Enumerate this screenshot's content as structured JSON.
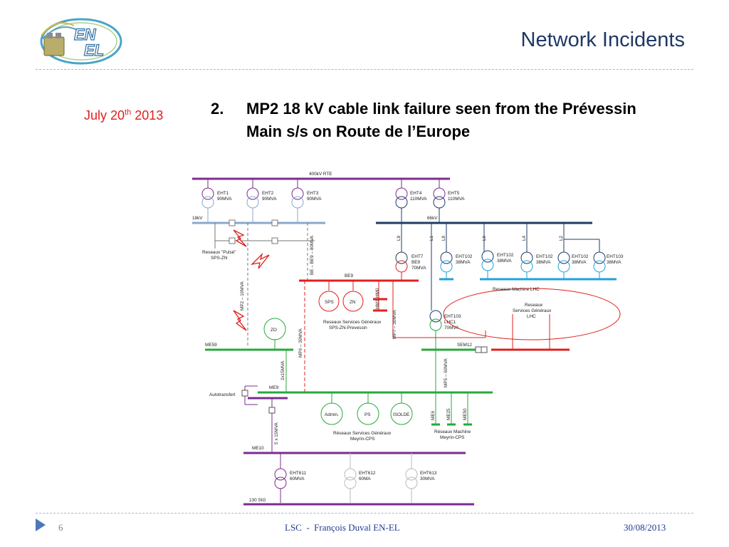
{
  "header": {
    "title": "Network Incidents",
    "logo_text_top": "EN",
    "logo_text_bottom": "EL"
  },
  "slide": {
    "date": {
      "month_day": "July 20",
      "suffix": "th",
      "year": " 2013"
    },
    "heading_number": "2.",
    "heading_text": "MP2 18 kV cable link failure seen from the Prévessin Main s/s on Route de l’Europe"
  },
  "diagram": {
    "bus_400kv": "400kV RTE",
    "bus_18kv": "18kV",
    "bus_66kv": "66kV",
    "bus_be9": "BE9",
    "bus_me59": "ME59",
    "bus_me9": "ME9",
    "bus_me10": "ME10",
    "bus_130sig": "130 SIG",
    "sem12": "SEM12",
    "eht1": [
      "EHT1",
      "90MVA"
    ],
    "eht2": [
      "EHT2",
      "90MVA"
    ],
    "eht3": [
      "EHT3",
      "90MVA"
    ],
    "eht4": [
      "EHT4",
      "110MVA"
    ],
    "eht5": [
      "EHT5",
      "110MVA"
    ],
    "eht7": [
      "EHT7",
      "BE9",
      "70MVA"
    ],
    "eht102_a": [
      "EHT102",
      "38MVA"
    ],
    "eht102_b": [
      "EHT102",
      "38MVA"
    ],
    "eht102_c": [
      "EHT102",
      "38MVA"
    ],
    "eht102_d": [
      "EHT102",
      "38MVA"
    ],
    "eht103": [
      "EHT103",
      "38MVA"
    ],
    "eht103_lhc": [
      "EHT103",
      "LHC1",
      "70MVA"
    ],
    "eht611": [
      "EHT611",
      "60MVA"
    ],
    "eht612": [
      "EHT612",
      "60MA"
    ],
    "eht613": [
      "EHT613",
      "30MVA"
    ],
    "feeder_labels": [
      "L9",
      "L1",
      "L8",
      "L6",
      "L4",
      "L2"
    ],
    "reseaux_pulse": [
      "Reseaux \"Pulsé\"",
      "SPS-ZN"
    ],
    "reseaux_machine_lhc": "Reseaux Machine LHC",
    "reseaux_sg_lhc": [
      "Reseaux",
      "Services Généraux",
      "LHC"
    ],
    "reseaux_sg_sps": [
      "Reseaux Services Généraux",
      "SPS-ZN-Prevessin"
    ],
    "reseaux_sg_meyrin": [
      "Réseaux Services Généraux",
      "Meyrin-CPS"
    ],
    "reseaux_machine_meyrin": [
      "Réseaux Machine",
      "Meyrin-CPS"
    ],
    "loads_be9": [
      "SPS",
      "ZN"
    ],
    "loads_me9": [
      "Admin.",
      "PS",
      "ISOLDE"
    ],
    "zo": "ZO",
    "hm0": "HM0",
    "hm1": "HM1",
    "cable_mp2": "MP2 – 10MVA",
    "cable_be": "BE – BE9 – 80MVA",
    "cable_mp6": "MP6 – 30MVA",
    "cable_mp7": "MP7 – 30MVA",
    "cable_mp5": "MP5 – 60MVA",
    "cable_2x15": "2x15MVA",
    "cable_5x15": "5 x 15MVA",
    "autotransfo": "Autotransfert",
    "me_feeders": [
      "ME6",
      "ME25",
      "ME50"
    ]
  },
  "footer": {
    "page_number": "6",
    "center": "LSC  -  François Duval EN-EL",
    "date": "30/08/2013"
  },
  "colors": {
    "title": "#1f3864",
    "date_red": "#e0201b",
    "bus_400kv": "#7b2d8e",
    "bus_66kv": "#1f3c64",
    "bus_18kv": "#8aa8cc",
    "bus_red": "#e0201b",
    "bus_green": "#27a83b",
    "bus_cyan": "#1fa3d8"
  }
}
